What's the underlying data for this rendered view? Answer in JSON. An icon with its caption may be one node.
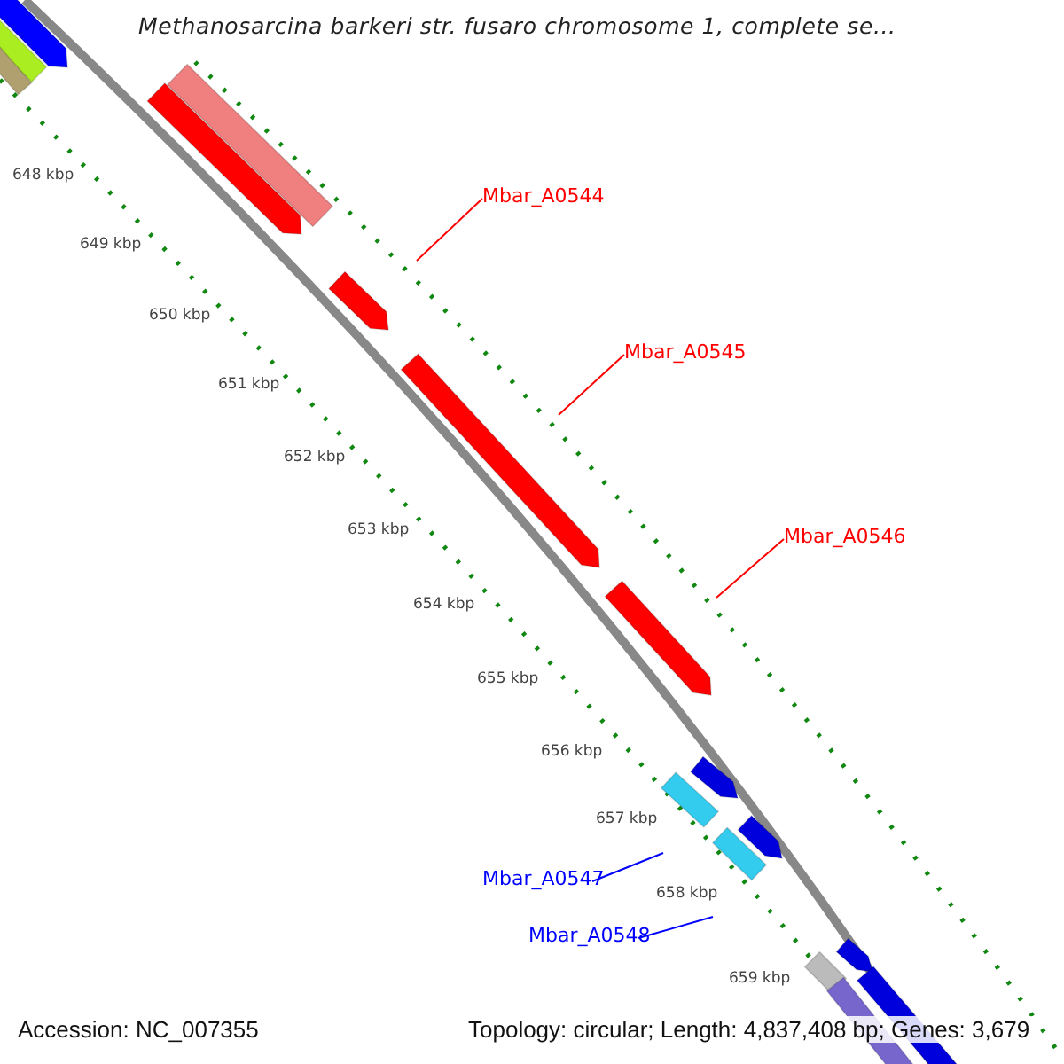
{
  "diagram": {
    "title": "Methanosarcina barkeri str. fusaro chromosome 1, complete se...",
    "nodes": [
      {
        "text": [
          "Mbar_A0544"
        ]
      },
      {
        "text": [
          "Mbar_A0545"
        ]
      },
      {
        "text": [
          "Mbar_A0546"
        ]
      },
      {
        "text": [
          "Mbar_A0547"
        ]
      },
      {
        "text": [
          "Mbar_A0548"
        ]
      }
    ],
    "edges": [
      {
        "from": 0,
        "to": null,
        "arrow": "none",
        "color": "#ff0000"
      },
      {
        "from": 1,
        "to": null,
        "arrow": "none",
        "color": "#ff0000"
      },
      {
        "from": 2,
        "to": null,
        "arrow": "none",
        "color": "#ff0000"
      },
      {
        "from": 3,
        "to": null,
        "arrow": "none",
        "color": "#0000ff"
      },
      {
        "from": 4,
        "to": null,
        "arrow": "none",
        "color": "#0000ff"
      }
    ],
    "labels": [
      "648 kbp",
      "649 kbp",
      "650 kbp",
      "651 kbp",
      "652 kbp",
      "653 kbp",
      "654 kbp",
      "655 kbp",
      "656 kbp",
      "657 kbp",
      "658 kbp",
      "659 kbp",
      "Accession: NC_007355",
      "Topology: circular; Length: 4,837,408 bp; Genes: 3,679"
    ]
  }
}
